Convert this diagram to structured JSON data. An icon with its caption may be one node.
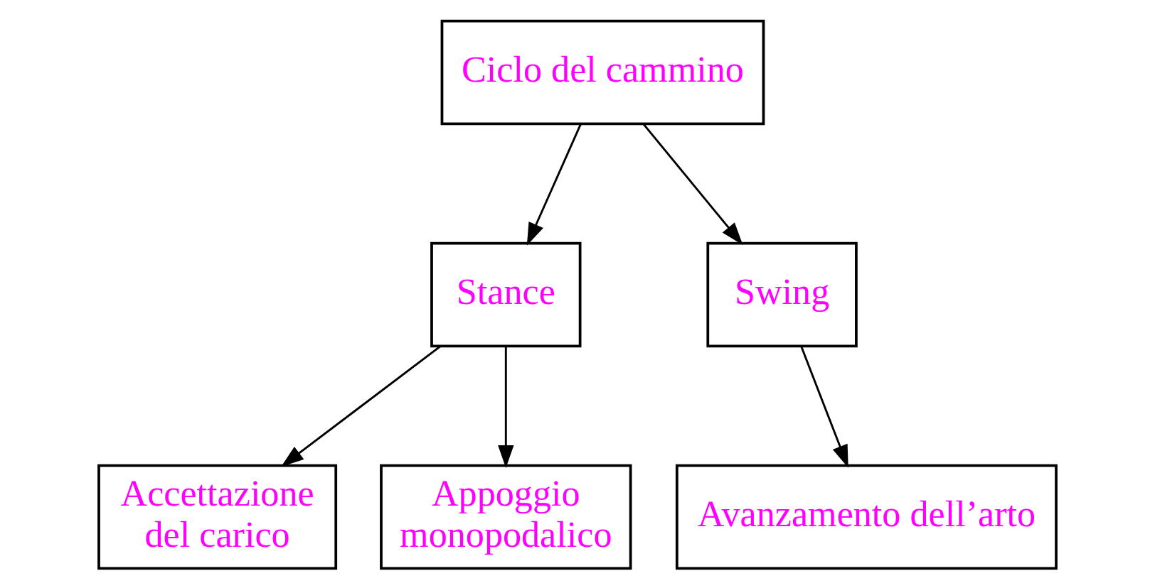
{
  "diagram": {
    "nodes": [
      {
        "text": [
          "Ciclo del cammino"
        ]
      },
      {
        "text": [
          "Stance"
        ]
      },
      {
        "text": [
          "Swing"
        ]
      },
      {
        "text": [
          "Accettazione del carico"
        ]
      },
      {
        "text": [
          "Appoggio monopodalico"
        ]
      },
      {
        "text": [
          "Avanzamento dell’arto"
        ]
      }
    ],
    "edges": [
      {
        "from": 0,
        "to": 1,
        "arrow": "to"
      },
      {
        "from": 0,
        "to": 2,
        "arrow": "to"
      },
      {
        "from": 1,
        "to": 3,
        "arrow": "to"
      },
      {
        "from": 1,
        "to": 4,
        "arrow": "to"
      },
      {
        "from": 2,
        "to": 5,
        "arrow": "to"
      }
    ]
  }
}
